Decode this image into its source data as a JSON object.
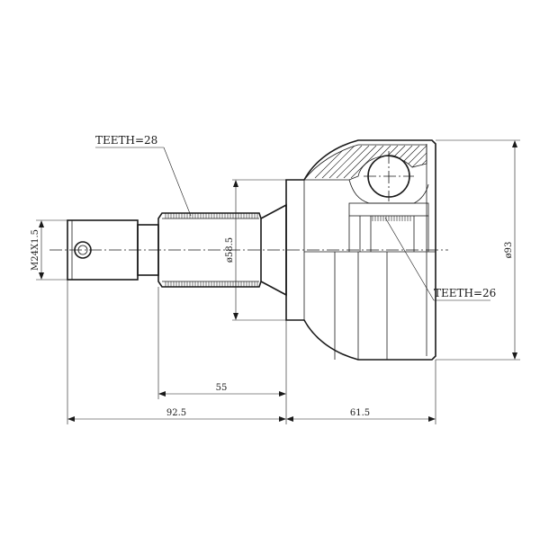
{
  "labels": {
    "teeth_outer": "TEETH=28",
    "teeth_inner": "TEETH=26",
    "thread": "M24X1.5",
    "shaft_diameter": "ø58.5",
    "bell_diameter": "ø93",
    "len_spline": "55",
    "len_stem": "92.5",
    "len_bell": "61.5"
  }
}
